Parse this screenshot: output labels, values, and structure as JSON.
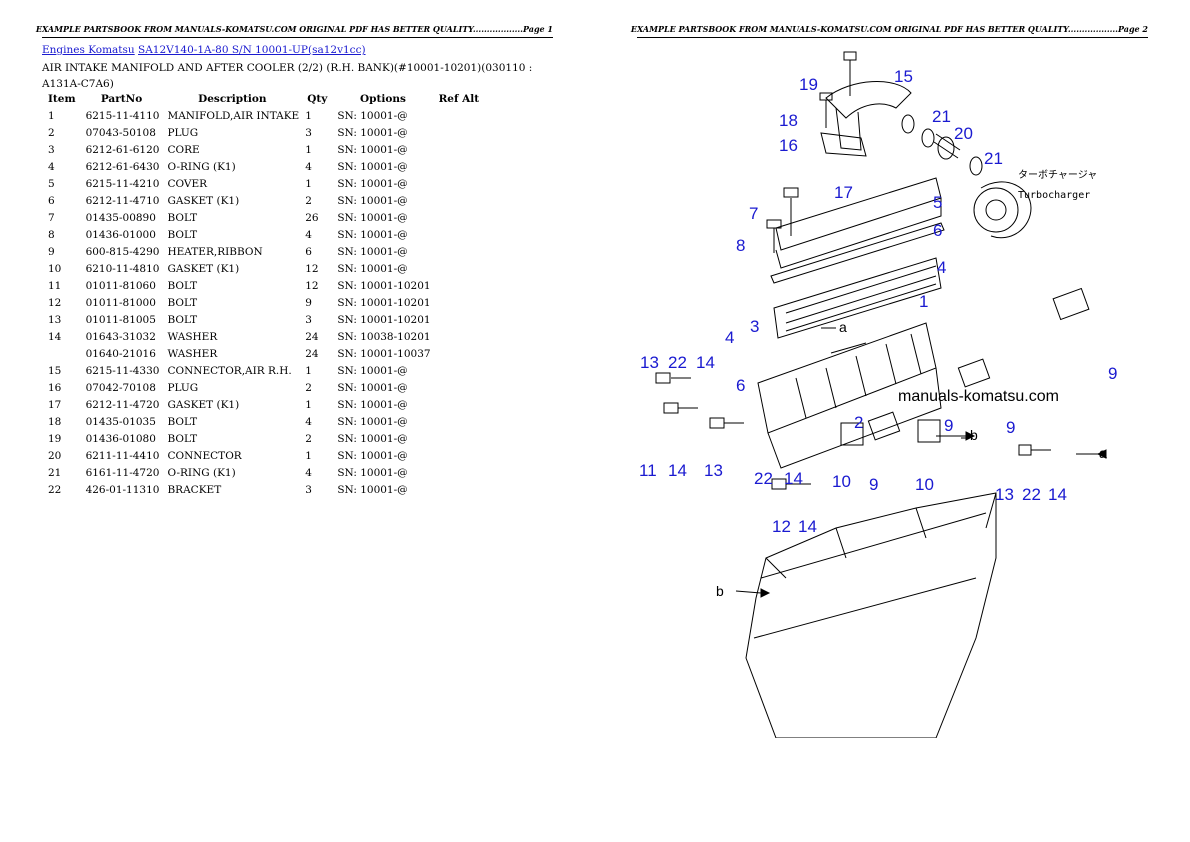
{
  "pages": {
    "left": {
      "header": "EXAMPLE PARTSBOOK FROM MANUALS-KOMATSU.COM ORIGINAL PDF HAS BETTER QUALITY..................Page 1"
    },
    "right": {
      "header": "EXAMPLE PARTSBOOK FROM MANUALS-KOMATSU.COM ORIGINAL PDF HAS BETTER QUALITY..................Page 2"
    }
  },
  "breadcrumb": {
    "link1": "Engines Komatsu",
    "link2": "SA12V140-1A-80 S/N 10001-UP(sa12v1cc)"
  },
  "title": "AIR INTAKE MANIFOLD AND AFTER COOLER (2/2) (R.H. BANK)(#10001-10201)(030110 : A131A-C7A6)",
  "table": {
    "headers": {
      "item": "Item",
      "partno": "PartNo",
      "description": "Description",
      "qty": "Qty",
      "options": "Options",
      "refalt": "Ref Alt"
    },
    "rows": [
      {
        "item": "1",
        "partno": "6215-11-4110",
        "description": "MANIFOLD,AIR INTAKE",
        "qty": "1",
        "options": "SN: 10001-@",
        "refalt": ""
      },
      {
        "item": "2",
        "partno": "07043-50108",
        "description": "PLUG",
        "qty": "3",
        "options": "SN: 10001-@",
        "refalt": ""
      },
      {
        "item": "3",
        "partno": "6212-61-6120",
        "description": "CORE",
        "qty": "1",
        "options": "SN: 10001-@",
        "refalt": ""
      },
      {
        "item": "4",
        "partno": "6212-61-6430",
        "description": "O-RING (K1)",
        "qty": "4",
        "options": "SN: 10001-@",
        "refalt": ""
      },
      {
        "item": "5",
        "partno": "6215-11-4210",
        "description": "COVER",
        "qty": "1",
        "options": "SN: 10001-@",
        "refalt": ""
      },
      {
        "item": "6",
        "partno": "6212-11-4710",
        "description": "GASKET (K1)",
        "qty": "2",
        "options": "SN: 10001-@",
        "refalt": ""
      },
      {
        "item": "7",
        "partno": "01435-00890",
        "description": "BOLT",
        "qty": "26",
        "options": "SN: 10001-@",
        "refalt": ""
      },
      {
        "item": "8",
        "partno": "01436-01000",
        "description": "BOLT",
        "qty": "4",
        "options": "SN: 10001-@",
        "refalt": ""
      },
      {
        "item": "9",
        "partno": "600-815-4290",
        "description": "HEATER,RIBBON",
        "qty": "6",
        "options": "SN: 10001-@",
        "refalt": ""
      },
      {
        "item": "10",
        "partno": "6210-11-4810",
        "description": "GASKET (K1)",
        "qty": "12",
        "options": "SN: 10001-@",
        "refalt": ""
      },
      {
        "item": "11",
        "partno": "01011-81060",
        "description": "BOLT",
        "qty": "12",
        "options": "SN: 10001-10201",
        "refalt": ""
      },
      {
        "item": "12",
        "partno": "01011-81000",
        "description": "BOLT",
        "qty": "9",
        "options": "SN: 10001-10201",
        "refalt": ""
      },
      {
        "item": "13",
        "partno": "01011-81005",
        "description": "BOLT",
        "qty": "3",
        "options": "SN: 10001-10201",
        "refalt": ""
      },
      {
        "item": "14",
        "partno": "01643-31032",
        "description": "WASHER",
        "qty": "24",
        "options": "SN: 10038-10201",
        "refalt": ""
      },
      {
        "item": "",
        "partno": "01640-21016",
        "description": "WASHER",
        "qty": "24",
        "options": "SN: 10001-10037",
        "refalt": ""
      },
      {
        "item": "15",
        "partno": "6215-11-4330",
        "description": "CONNECTOR,AIR R.H.",
        "qty": "1",
        "options": "SN: 10001-@",
        "refalt": ""
      },
      {
        "item": "16",
        "partno": "07042-70108",
        "description": "PLUG",
        "qty": "2",
        "options": "SN: 10001-@",
        "refalt": ""
      },
      {
        "item": "17",
        "partno": "6212-11-4720",
        "description": "GASKET (K1)",
        "qty": "1",
        "options": "SN: 10001-@",
        "refalt": ""
      },
      {
        "item": "18",
        "partno": "01435-01035",
        "description": "BOLT",
        "qty": "4",
        "options": "SN: 10001-@",
        "refalt": ""
      },
      {
        "item": "19",
        "partno": "01436-01080",
        "description": "BOLT",
        "qty": "2",
        "options": "SN: 10001-@",
        "refalt": ""
      },
      {
        "item": "20",
        "partno": "6211-11-4410",
        "description": "CONNECTOR",
        "qty": "1",
        "options": "SN: 10001-@",
        "refalt": ""
      },
      {
        "item": "21",
        "partno": "6161-11-4720",
        "description": "O-RING (K1)",
        "qty": "4",
        "options": "SN: 10001-@",
        "refalt": ""
      },
      {
        "item": "22",
        "partno": "426-01-11310",
        "description": "BRACKET",
        "qty": "3",
        "options": "SN: 10001-@",
        "refalt": ""
      }
    ]
  },
  "diagram": {
    "watermark": "manuals-komatsu.com",
    "turbo_jp": "ターボチャージャ",
    "turbo_en": "Turbocharger",
    "arrow_a": "a",
    "arrow_b": "b",
    "callouts": [
      "19",
      "15",
      "18",
      "21",
      "20",
      "16",
      "21",
      "17",
      "7",
      "5",
      "6",
      "8",
      "4",
      "3",
      "1",
      "4",
      "13",
      "22",
      "14",
      "6",
      "9",
      "2",
      "9",
      "9",
      "11",
      "14",
      "13",
      "22",
      "14",
      "10",
      "9",
      "10",
      "13",
      "22",
      "14",
      "12",
      "14"
    ],
    "label_color": "#1a1ad0"
  }
}
